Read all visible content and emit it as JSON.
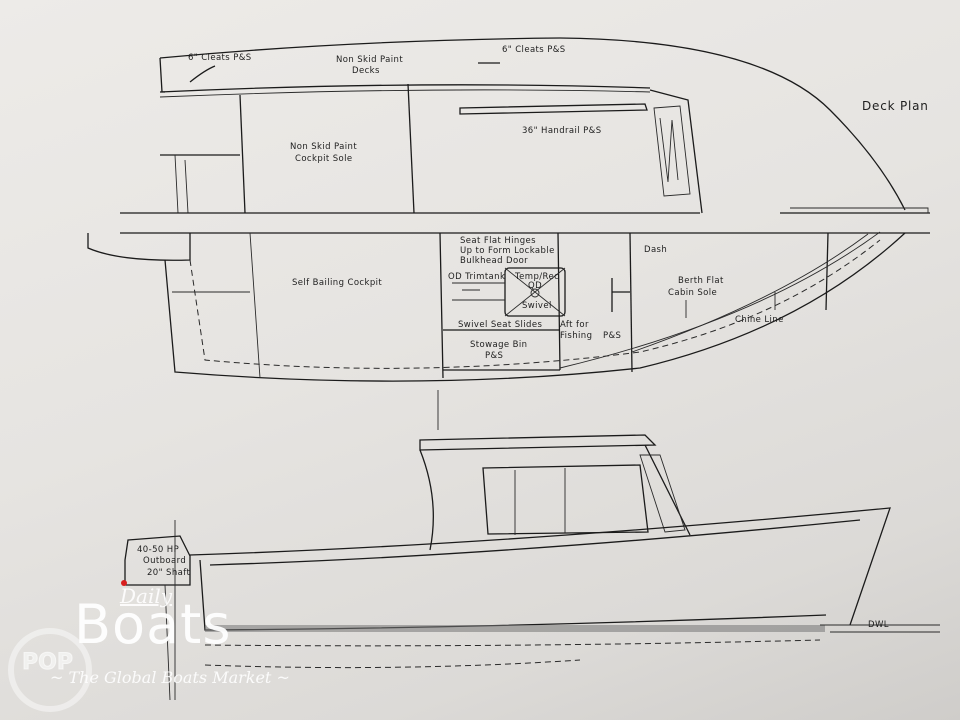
{
  "drawing": {
    "title": "Deck Plan",
    "deck_labels": {
      "cleats_left": "6\" Cleats P&S",
      "cleats_right": "6\" Cleats P&S",
      "non_skid_decks_line1": "Non Skid Paint",
      "non_skid_decks_line2": "Decks",
      "handrail": "36\" Handrail P&S",
      "cockpit_sole_line1": "Non Skid Paint",
      "cockpit_sole_line2": "Cockpit Sole",
      "self_bailing": "Self Bailing Cockpit",
      "seat_flat_line1": "Seat Flat Hinges",
      "seat_flat_line2": "Up to Form Lockable",
      "seat_flat_line3": "Bulkhead Door",
      "od_trimtank": "OD Trimtank",
      "temp_line1": "Temp/Rec",
      "temp_line2": "QD",
      "swivel": "Swivel",
      "swivel_slides": "Swivel Seat Slides",
      "aft_fishing_line1": "Aft for",
      "aft_fishing_line2": "Fishing",
      "stowage_line1": "Stowage Bin",
      "stowage_line2": "P&S",
      "wheel_ps": "P&S",
      "dash": "Dash",
      "berth_line1": "Berth Flat",
      "berth_line2": "Cabin Sole",
      "chine_line": "Chine Line"
    },
    "profile_labels": {
      "outboard_line1": "40-50 HP",
      "outboard_line2": "Outboard",
      "outboard_line3": "20\" Shaft",
      "dwl": "DWL"
    }
  },
  "watermark": {
    "daily": "Daily",
    "boats": "Boats",
    "tagline": "~ The Global Boats Market ~",
    "badge": "POP"
  }
}
